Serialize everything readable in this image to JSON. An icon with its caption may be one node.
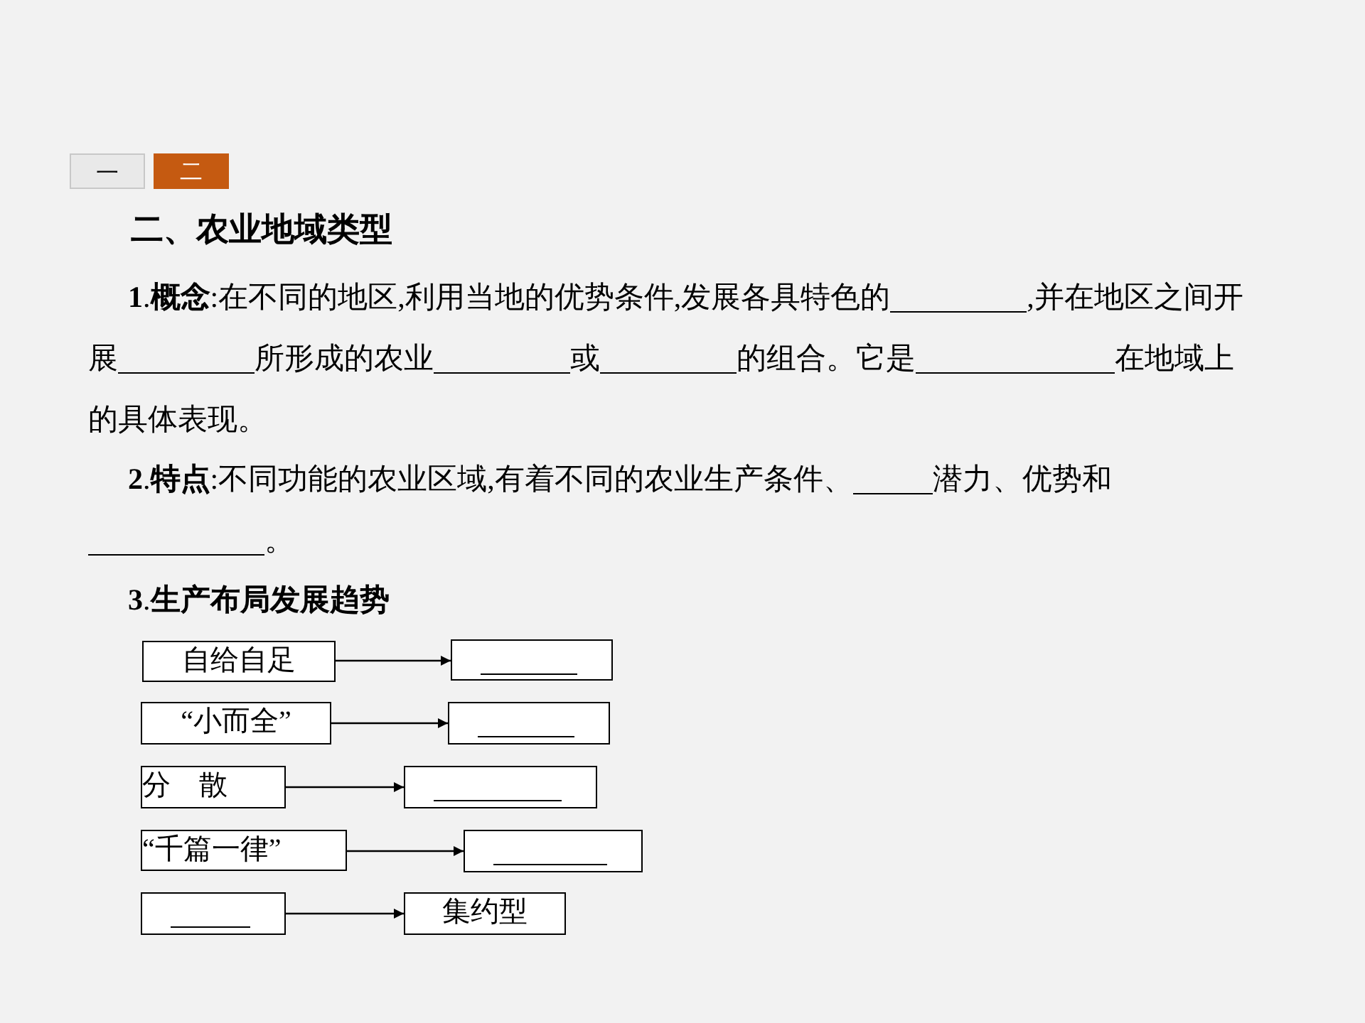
{
  "diagram": {
    "title": "二、农业地域类型",
    "nodes": [
      {
        "text": [
          "自给自足"
        ]
      },
      {
        "text": [
          "“小而全”"
        ]
      },
      {
        "text": [
          "分　散"
        ]
      },
      {
        "text": [
          "“千篇一律”"
        ]
      },
      {
        "text": [],
        "shape": "box"
      },
      {
        "text": [],
        "shape": "box"
      },
      {
        "text": [],
        "shape": "box"
      },
      {
        "text": [],
        "shape": "box"
      },
      {
        "text": [],
        "shape": "box"
      },
      {
        "text": [
          "集约型"
        ]
      }
    ],
    "edges": [
      {
        "from": 0,
        "to": 5,
        "arrow": "to"
      },
      {
        "from": 1,
        "to": 6,
        "arrow": "to"
      },
      {
        "from": 2,
        "to": 7,
        "arrow": "to"
      },
      {
        "from": 3,
        "to": 8,
        "arrow": "to"
      },
      {
        "from": 4,
        "to": 9,
        "arrow": "to"
      }
    ],
    "labels": [
      "一",
      "二",
      "**1**.**概念**:在不同的地区,利用当地的优势条件,发展各具特色的",
      ",并在地区之间开展",
      "所形成的农业",
      "或",
      "的组合。它是",
      "在地域上的具体表现。",
      "**2**.**特点**:不同功能的农业区域,有着不同的农业生产条件、",
      "潜力、优势和",
      "。",
      "**3**.**生产布局发展趋势**"
    ]
  }
}
